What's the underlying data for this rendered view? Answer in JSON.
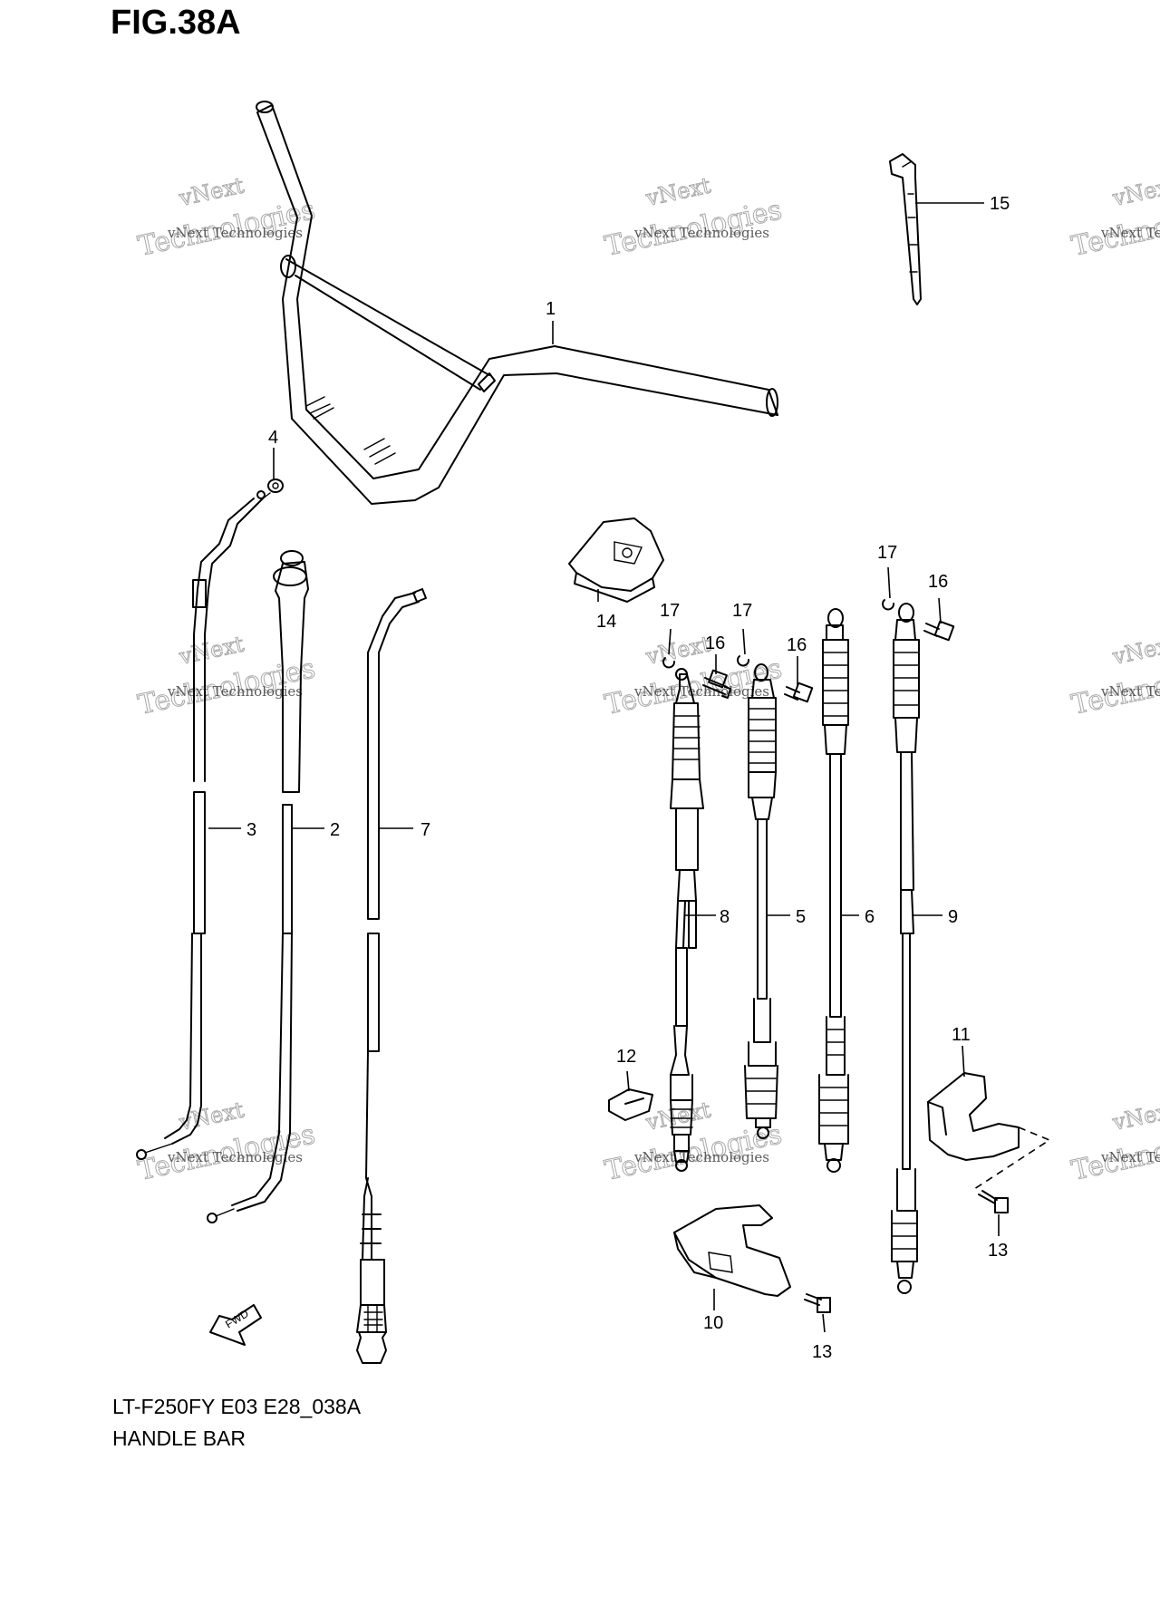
{
  "figure": {
    "title": "FIG.38A"
  },
  "footer": {
    "model_code": "LT-F250FY E03 E28_038A",
    "section_name": "HANDLE BAR"
  },
  "fwd_arrow": {
    "label": "FWD"
  },
  "watermark": {
    "line_small": "vNext Technologies",
    "line_large": "Technologies",
    "line_top": "vNext"
  },
  "callouts": [
    {
      "label": "1"
    },
    {
      "label": "2"
    },
    {
      "label": "3"
    },
    {
      "label": "4"
    },
    {
      "label": "5"
    },
    {
      "label": "6"
    },
    {
      "label": "7"
    },
    {
      "label": "8"
    },
    {
      "label": "9"
    },
    {
      "label": "10"
    },
    {
      "label": "11"
    },
    {
      "label": "12"
    },
    {
      "label": "13"
    },
    {
      "label": "13"
    },
    {
      "label": "14"
    },
    {
      "label": "15"
    },
    {
      "label": "16"
    },
    {
      "label": "16"
    },
    {
      "label": "16"
    },
    {
      "label": "17"
    },
    {
      "label": "17"
    },
    {
      "label": "17"
    }
  ]
}
